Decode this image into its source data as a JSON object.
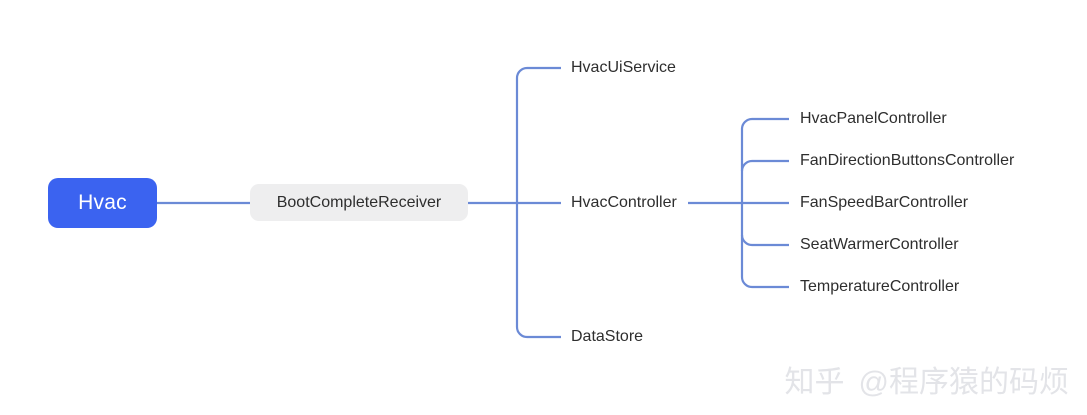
{
  "diagram": {
    "type": "mindmap-tree",
    "orientation": "left-to-right",
    "background_color": "#ffffff",
    "connector_color": "#6b8ad6",
    "root": {
      "label": "Hvac",
      "shape": "rounded-rect",
      "fill_color": "#3b63f0",
      "text_color": "#ffffff"
    },
    "level2": {
      "label": "BootCompleteReceiver",
      "shape": "rounded-rect",
      "fill_color": "#eeeeef",
      "text_color": "#2e2e2e"
    },
    "level3": [
      {
        "label": "HvacUiService"
      },
      {
        "label": "HvacController"
      },
      {
        "label": "DataStore"
      }
    ],
    "level4": [
      {
        "label": "HvacPanelController"
      },
      {
        "label": "FanDirectionButtonsController"
      },
      {
        "label": "FanSpeedBarController"
      },
      {
        "label": "SeatWarmerController"
      },
      {
        "label": "TemperatureController"
      }
    ]
  },
  "watermark": {
    "brand": "知乎",
    "handle": "@程序猿的码烦"
  }
}
